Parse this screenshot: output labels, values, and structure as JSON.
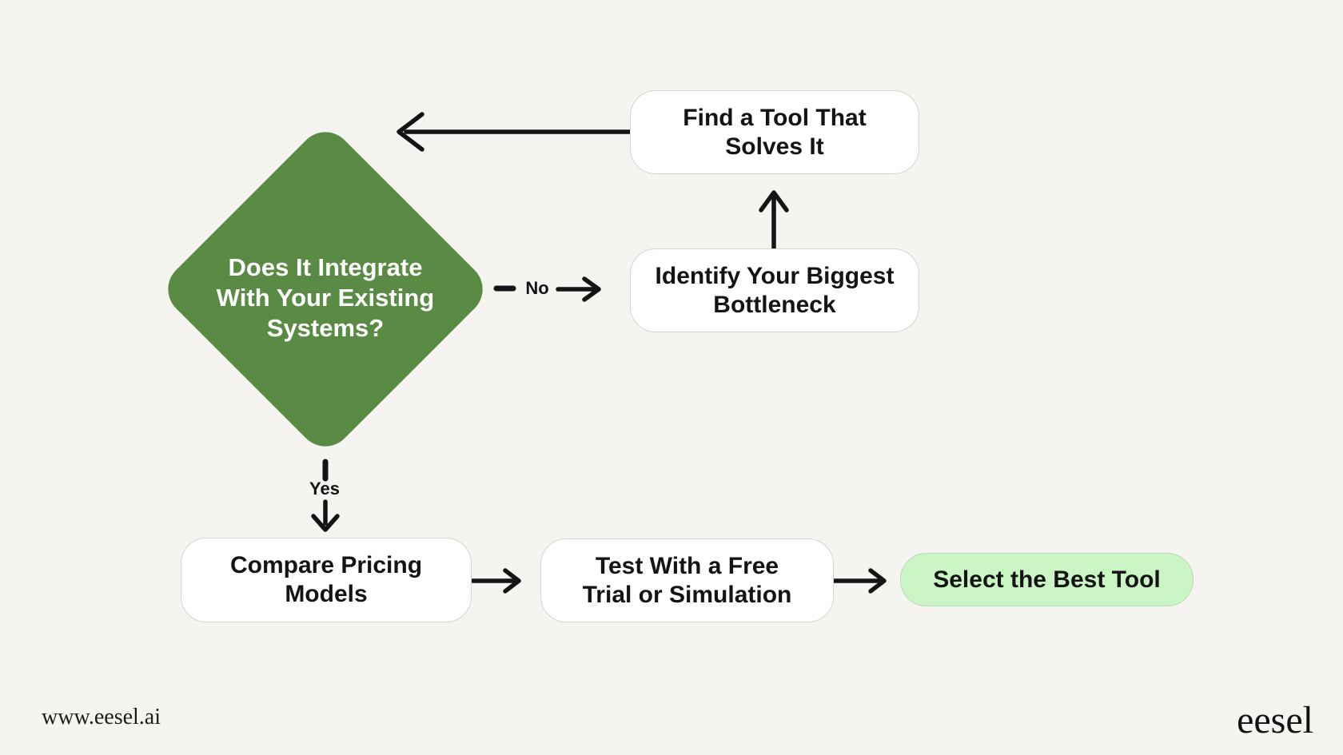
{
  "page": {
    "background": "#f5f4f1"
  },
  "colors": {
    "diamond_fill": "#5a8b45",
    "diamond_text": "#ffffff",
    "box_fill": "#ffffff",
    "box_border": "#d6d5d2",
    "highlight_fill": "#ccf5c5",
    "highlight_border": "#bad8b3",
    "arrow": "#141414",
    "text": "#141414"
  },
  "nodes": {
    "decision": {
      "label": "Does It Integrate\nWith Your Existing\nSystems?"
    },
    "find_tool": {
      "label": "Find a Tool That\nSolves It"
    },
    "identify_bottleneck": {
      "label": "Identify Your Biggest\nBottleneck"
    },
    "compare_pricing": {
      "label": "Compare Pricing\nModels"
    },
    "test_trial": {
      "label": "Test With a Free\nTrial or Simulation"
    },
    "select_best": {
      "label": "Select the Best Tool"
    }
  },
  "edges": {
    "no_label": "No",
    "yes_label": "Yes"
  },
  "footer": {
    "site_url": "www.eesel.ai",
    "brand": "eesel"
  }
}
